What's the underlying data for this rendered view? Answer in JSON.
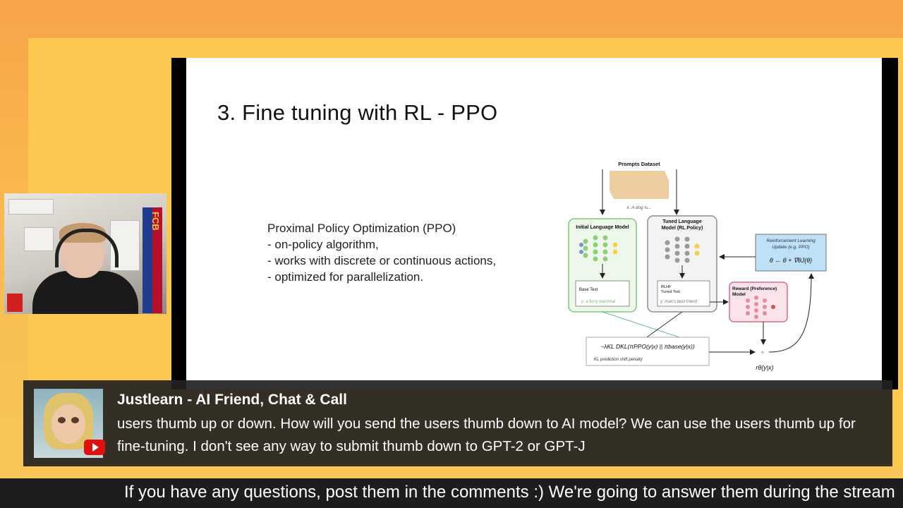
{
  "slide": {
    "title": "3. Fine tuning with RL - PPO",
    "bullets": [
      "Proximal Policy Optimization (PPO)",
      "- on-policy algorithm,",
      "- works with discrete or continuous actions,",
      "- optimized for parallelization."
    ]
  },
  "diagram": {
    "prompts_dataset": "Prompts Dataset",
    "prompt_example": "x: A dog is...",
    "initial_lm": "Initial Language Model",
    "tuned_lm_line1": "Tuned Language",
    "tuned_lm_line2": "Model (RL Policy)",
    "base_text": "Base Text",
    "base_example": "y: a furry mammal",
    "rlhf_line1": "RLHF",
    "rlhf_line2": "Tuned Text",
    "rlhf_example": "y: man's best friend",
    "rl_update_line1": "Reinforcement Learning",
    "rl_update_line2": "Update (e.g. PPO)",
    "rl_update_formula": "θ ← θ + ∇θJ(θ)",
    "reward_line1": "Reward (Preference)",
    "reward_line2": "Model",
    "kl_formula": "−λKL DKL(πPPO(y|x) || πbase(y|x))",
    "kl_caption": "KL prediction shift penalty",
    "reward_output": "rθ(y|x)",
    "plus": "+"
  },
  "webcam": {
    "banner_text": "FCB"
  },
  "chat": {
    "author": "Justlearn - AI Friend, Chat & Call",
    "message": "users thumb up or down. How will you send the users thumb down to AI model? We can use the users thumb up for fine-tuning. I don't see any way to submit thumb down to GPT-2 or GPT-J"
  },
  "ticker": {
    "text": "If you have any questions, post them in the comments :) We're going to answer them during the stream"
  },
  "colors": {
    "initial_lm_border": "#7dc97a",
    "tuned_lm_border": "#8e8e8e",
    "rl_update_fill": "#bfe1f7",
    "reward_border": "#e06a86",
    "youtube_red": "#e01010"
  }
}
